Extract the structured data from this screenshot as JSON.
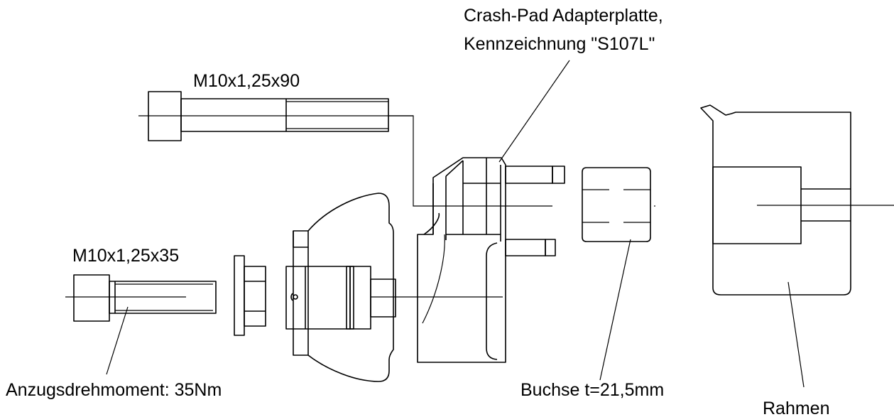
{
  "labels": {
    "adapter_line1": "Crash-Pad Adapterplatte,",
    "adapter_line2": "Kennzeichnung \"S107L\"",
    "bolt_long": "M10x1,25x90",
    "bolt_short": "M10x1,25x35",
    "torque": "Anzugsdrehmoment: 35Nm",
    "bushing": "Buchse t=21,5mm",
    "frame": "Rahmen"
  }
}
